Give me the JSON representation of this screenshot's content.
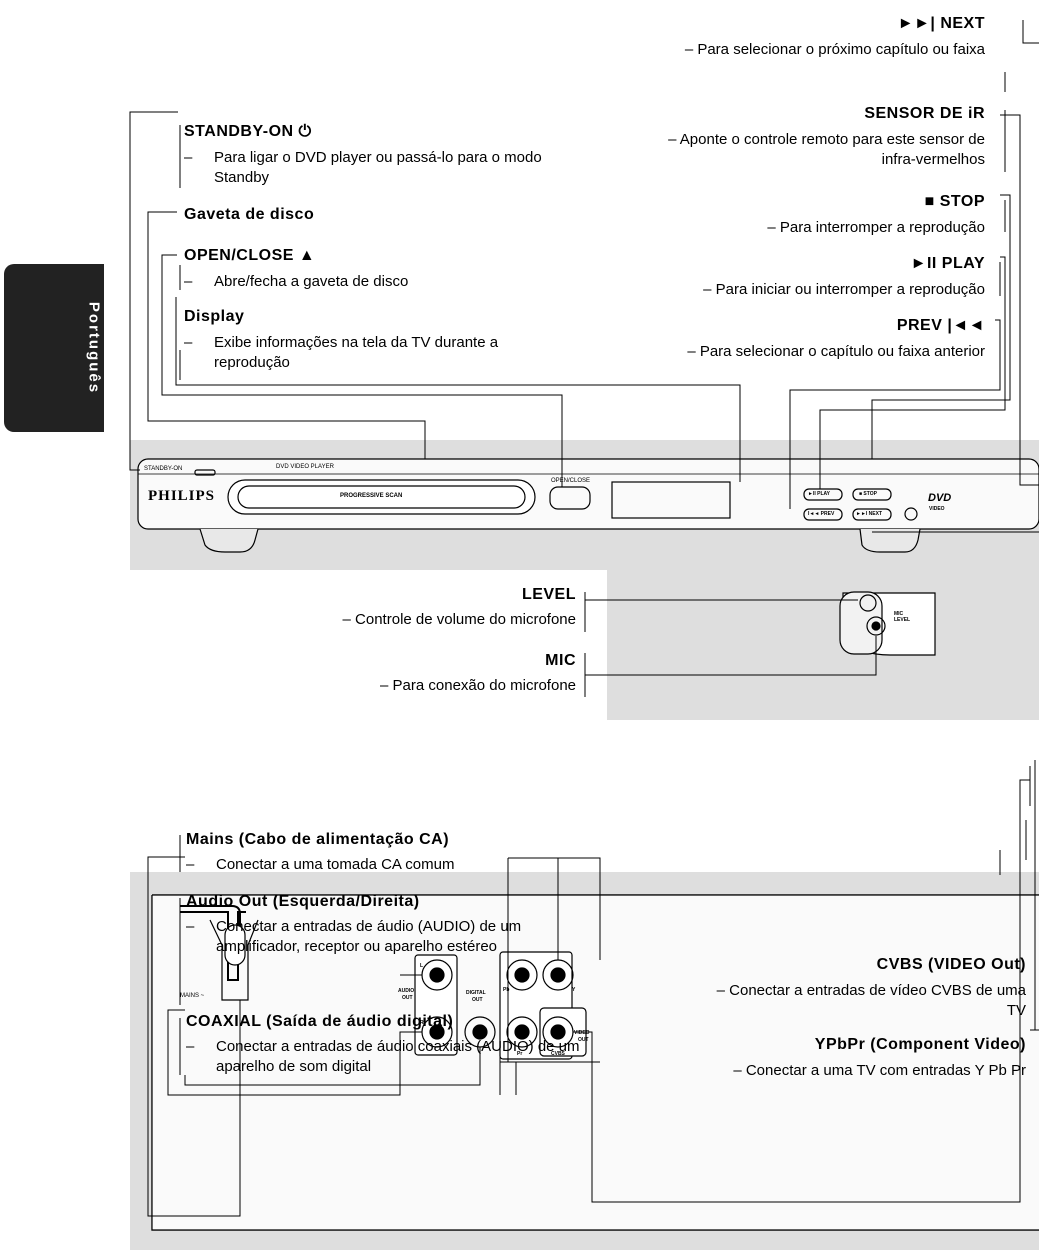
{
  "side_tab": "Português",
  "front": {
    "next": {
      "title": "►►| NEXT",
      "desc": "– Para selecionar o próximo capítulo ou faixa"
    },
    "sensor": {
      "title": "SENSOR DE iR",
      "desc": "– Aponte o controle remoto para este sensor de infra-vermelhos"
    },
    "stop": {
      "title": "■ STOP",
      "desc": "– Para interromper a reprodução"
    },
    "play": {
      "title": "►II PLAY",
      "desc": "– Para iniciar ou interromper a reprodução"
    },
    "prev": {
      "title": "PREV |◄◄",
      "desc": "– Para selecionar o capítulo ou faixa anterior"
    },
    "standby": {
      "title": "STANDBY-ON ⏻",
      "desc": "Para ligar o DVD player ou passá-lo para o modo Standby"
    },
    "tray": {
      "title": "Gaveta de disco"
    },
    "open_close": {
      "title": "OPEN/CLOSE ▲",
      "desc": "Abre/fecha a gaveta de disco"
    },
    "display": {
      "title": "Display",
      "desc": "Exibe informações na tela da TV durante a reprodução"
    },
    "level": {
      "title": "LEVEL",
      "desc": "– Controle de volume do microfone"
    },
    "mic": {
      "title": "MIC",
      "desc": "– Para conexão do microfone"
    }
  },
  "device_labels": {
    "standby_on": "STANDBY-ON",
    "dvd_video_player": "DVD VIDEO PLAYER",
    "brand": "PHILIPS",
    "progressive_scan": "PROGRESSIVE SCAN",
    "open_close": "OPEN/CLOSE",
    "btn_play": "►II PLAY",
    "btn_stop": "■ STOP",
    "btn_prev": "I◄◄ PREV",
    "btn_next": "►►I NEXT",
    "dvd_logo": "DVD",
    "dvd_sub": "VIDEO",
    "mic_level": "MIC LEVEL"
  },
  "rear": {
    "mains": {
      "title": "Mains (Cabo de alimentação CA)",
      "desc": "Conectar a uma tomada CA comum"
    },
    "audio_out": {
      "title": "Audio Out (Esquerda/Direita)",
      "desc": "Conectar a entradas de áudio (AUDIO) de um amplificador, receptor ou aparelho estéreo"
    },
    "coaxial": {
      "title": "COAXIAL (Saída de áudio digital)",
      "desc": "Conectar a entradas de áudio coaxiais (AUDIO) de um aparelho de som digital"
    },
    "cvbs": {
      "title": "CVBS (VIDEO Out)",
      "desc": "– Conectar a entradas de vídeo CVBS de uma TV"
    },
    "ypbpr": {
      "title": "YPbPr (Component Video)",
      "desc": "– Conectar a uma TV com entradas Y Pb Pr"
    }
  },
  "rear_labels": {
    "mains": "MAINS ~",
    "audio": "AUDIO",
    "out": "OUT",
    "l": "L",
    "r": "R",
    "digital": "DIGITAL",
    "pb": "Pb",
    "pr": "Pr",
    "y": "Y",
    "video": "VIDEO",
    "cvbs": "CVBS"
  }
}
